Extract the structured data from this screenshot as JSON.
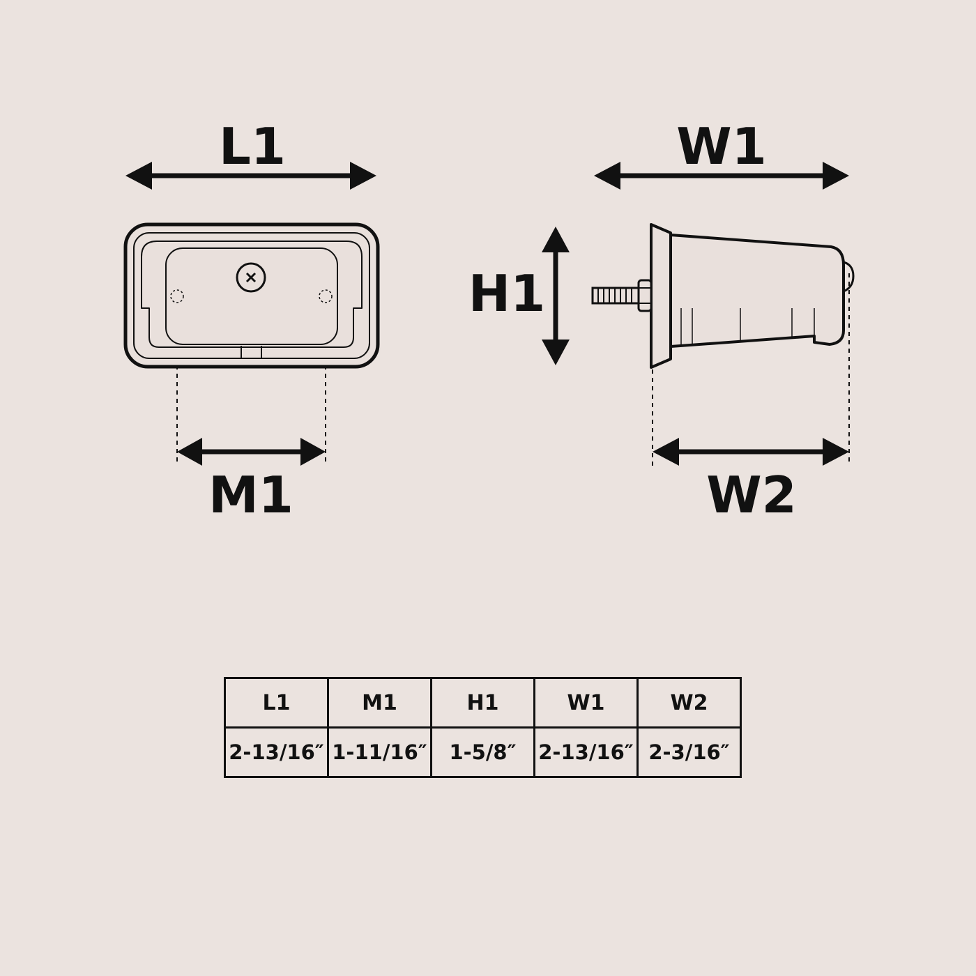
{
  "colors": {
    "background": "#ebe3df",
    "ink": "#111111",
    "body_fill": "#e9e0dc"
  },
  "diagram": {
    "labels": {
      "l1": "L1",
      "m1": "M1",
      "h1": "H1",
      "w1": "W1",
      "w2": "W2"
    }
  },
  "table": {
    "headers": [
      "L1",
      "M1",
      "H1",
      "W1",
      "W2"
    ],
    "values": [
      "2-13/16″",
      "1-11/16″",
      "1-5/8″",
      "2-13/16″",
      "2-3/16″"
    ]
  }
}
